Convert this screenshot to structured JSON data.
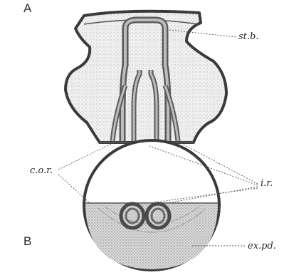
{
  "figure": {
    "panel_a": "A",
    "panel_b": "B",
    "labels": {
      "st_b": "st.b.",
      "c_o_r": "c.o.r.",
      "i_r": "i.r.",
      "ex_pd": "ex.pd."
    },
    "colors": {
      "ink": "#2a2a2a",
      "stipple": "#8a8a8a",
      "body_fill": "#ececec",
      "tube_fill": "#9a9a9a"
    }
  }
}
